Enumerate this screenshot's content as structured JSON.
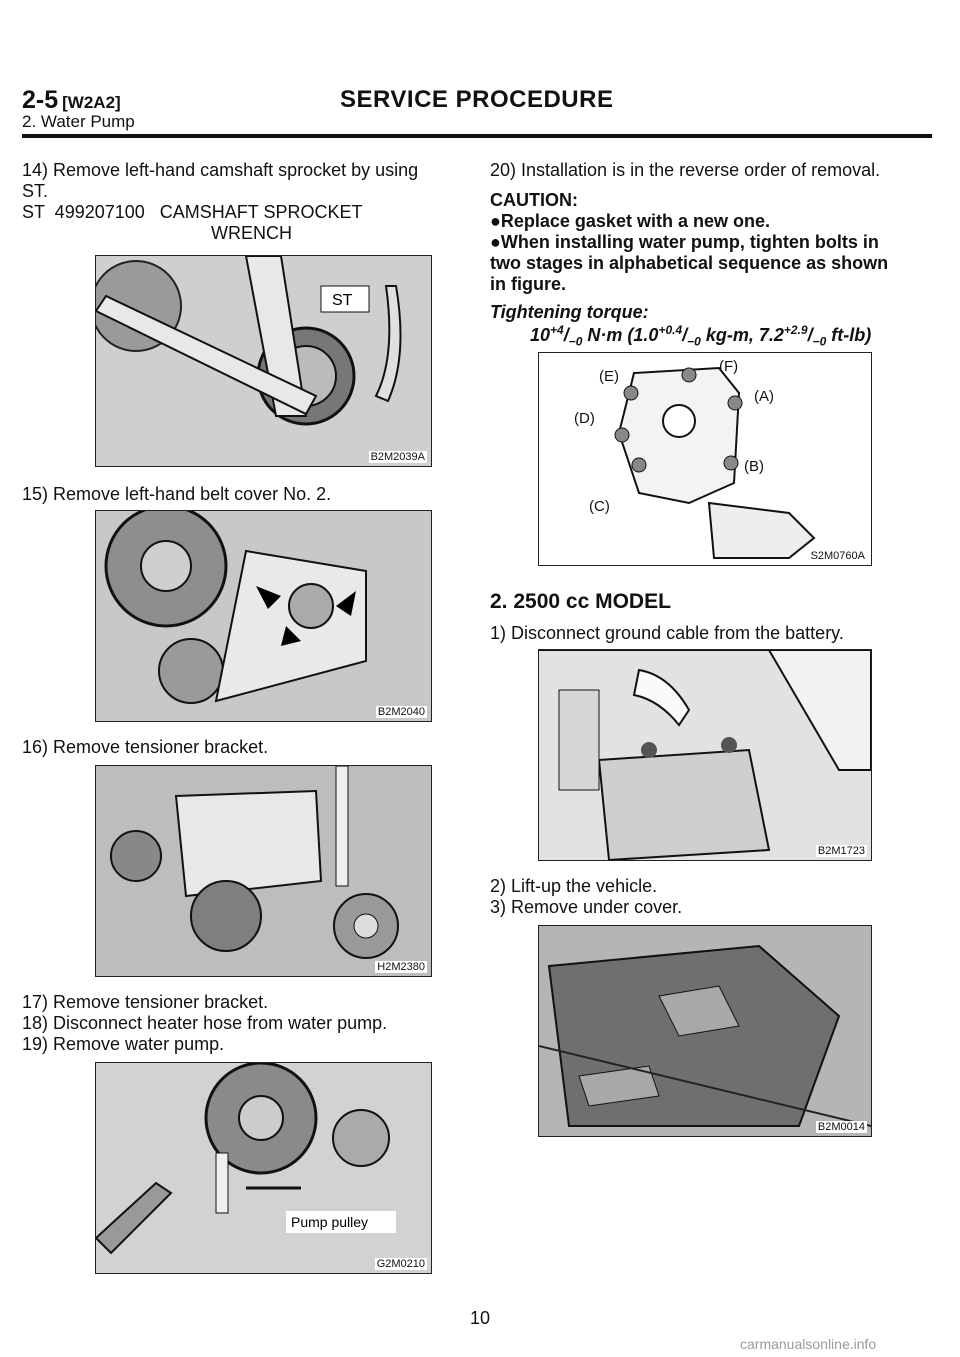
{
  "header": {
    "section": "2-5",
    "code": "[W2A2]",
    "title": "SERVICE PROCEDURE",
    "subtitle": "2. Water Pump"
  },
  "left_column": {
    "step14_line1": "14) Remove left-hand camshaft sprocket by using",
    "step14_line2": "ST.",
    "step14_tool_line1": "ST  499207100   CAMSHAFT SPROCKET",
    "step14_tool_line2": "WRENCH",
    "fig1_caption": "B2M2039A",
    "fig1_label_st": "ST",
    "step15": "15) Remove left-hand belt cover No. 2.",
    "fig2_caption": "B2M2040",
    "step16": "16) Remove tensioner bracket.",
    "fig3_caption": "H2M2380",
    "step17": "17) Remove tensioner bracket.",
    "step18": "18) Disconnect heater hose from water pump.",
    "step19": "19) Remove water pump.",
    "fig4_caption": "G2M0210",
    "fig4_label": "Pump pulley"
  },
  "right_column": {
    "step20": "20) Installation is in the reverse order of removal.",
    "caution_title": "CAUTION:",
    "caution_1": "Replace gasket with a new one.",
    "caution_2_line1": "When installing water pump, tighten bolts in",
    "caution_2_line2": "two stages in alphabetical sequence as shown",
    "caution_2_line3": "in figure.",
    "torque_title": "Tightening torque:",
    "fig5_caption": "S2M0760A",
    "fig5_labels": [
      "(E)",
      "(F)",
      "(A)",
      "(D)",
      "(B)",
      "(C)"
    ],
    "section_heading": "2.  2500 cc MODEL",
    "step1": "1) Disconnect ground cable from the battery.",
    "fig6_caption": "B2M1723",
    "step2": "2) Lift-up the vehicle.",
    "step3": "3) Remove under cover.",
    "fig7_caption": "B2M0014"
  },
  "page_number": "10",
  "watermark": "carmanualsonline.info"
}
